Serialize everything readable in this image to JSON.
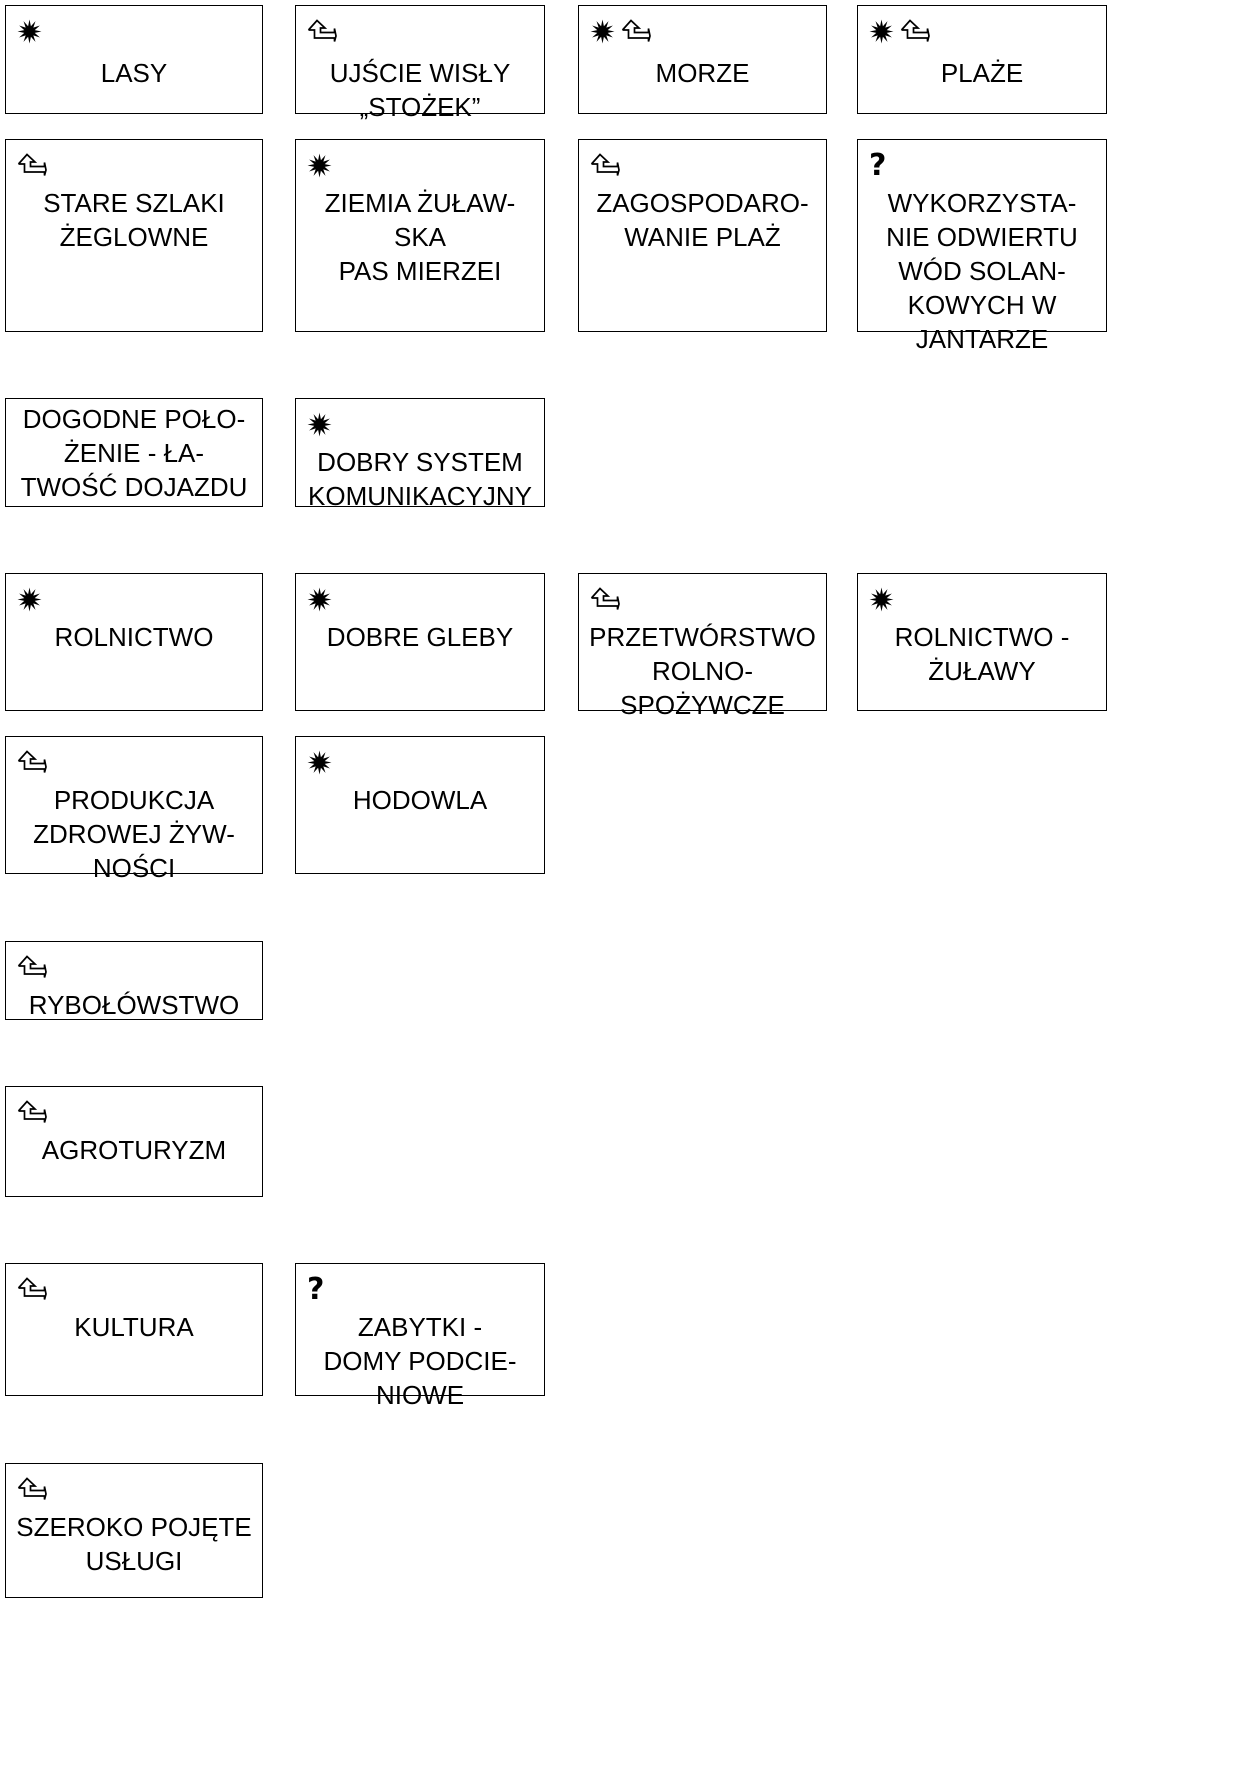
{
  "boxes": [
    {
      "id": "lasy",
      "icons": [
        "star"
      ],
      "lines": [
        "LASY"
      ]
    },
    {
      "id": "ujscie-wisly",
      "icons": [
        "arrow"
      ],
      "lines": [
        "UJŚCIE WISŁY",
        "„STOŻEK”"
      ]
    },
    {
      "id": "morze",
      "icons": [
        "star",
        "arrow"
      ],
      "lines": [
        "MORZE"
      ]
    },
    {
      "id": "plaze",
      "icons": [
        "star",
        "arrow"
      ],
      "lines": [
        "PLAŻE"
      ]
    },
    {
      "id": "stare-szlaki",
      "icons": [
        "arrow"
      ],
      "lines": [
        "STARE SZLAKI",
        "ŻEGLOWNE"
      ]
    },
    {
      "id": "ziemia-zulawska",
      "icons": [
        "star"
      ],
      "lines": [
        "ZIEMIA ŻUŁAW-",
        "SKA",
        "PAS MIERZEI"
      ]
    },
    {
      "id": "zagospodarowanie-plaz",
      "icons": [
        "arrow"
      ],
      "lines": [
        "ZAGOSPODARO-",
        "WANIE PLAŻ"
      ]
    },
    {
      "id": "wykorzystanie-odwiertu",
      "icons": [
        "question"
      ],
      "lines": [
        "WYKORZYSTA-",
        "NIE ODWIERTU",
        "WÓD SOLAN-",
        "KOWYCH W",
        "JANTARZE"
      ]
    },
    {
      "id": "dogodne-polozenie",
      "icons": [],
      "lines": [
        "DOGODNE POŁO-",
        "ŻENIE  -  ŁA-",
        "TWOŚĆ DOJAZDU"
      ]
    },
    {
      "id": "dobry-system",
      "icons": [
        "star"
      ],
      "lines": [
        "DOBRY SYSTEM",
        "KOMUNIKACYJNY"
      ]
    },
    {
      "id": "rolnictwo",
      "icons": [
        "star"
      ],
      "lines": [
        "ROLNICTWO"
      ]
    },
    {
      "id": "dobre-gleby",
      "icons": [
        "star"
      ],
      "lines": [
        "DOBRE GLEBY"
      ]
    },
    {
      "id": "przetworstwo",
      "icons": [
        "arrow"
      ],
      "lines": [
        "PRZETWÓRSTWO",
        "ROLNO-",
        "SPOŻYWCZE"
      ]
    },
    {
      "id": "rolnictwo-zulawy",
      "icons": [
        "star"
      ],
      "lines": [
        "ROLNICTWO -",
        "ŻUŁAWY"
      ]
    },
    {
      "id": "produkcja-zywnosci",
      "icons": [
        "arrow"
      ],
      "lines": [
        "PRODUKCJA",
        "ZDROWEJ ŻYW-",
        "NOŚCI"
      ]
    },
    {
      "id": "hodowla",
      "icons": [
        "star"
      ],
      "lines": [
        "HODOWLA"
      ]
    },
    {
      "id": "rybolowstwo",
      "icons": [
        "arrow"
      ],
      "lines": [
        "RYBOŁÓWSTWO"
      ]
    },
    {
      "id": "agroturyzm",
      "icons": [
        "arrow"
      ],
      "lines": [
        "AGROTURYZM"
      ]
    },
    {
      "id": "kultura",
      "icons": [
        "arrow"
      ],
      "lines": [
        "KULTURA"
      ]
    },
    {
      "id": "zabytki",
      "icons": [
        "question"
      ],
      "lines": [
        "ZABYTKI  -",
        "DOMY PODCIE-",
        "NIOWE"
      ]
    },
    {
      "id": "uslugi",
      "icons": [
        "arrow"
      ],
      "lines": [
        "SZEROKO POJĘTE",
        "USŁUGI"
      ]
    }
  ]
}
